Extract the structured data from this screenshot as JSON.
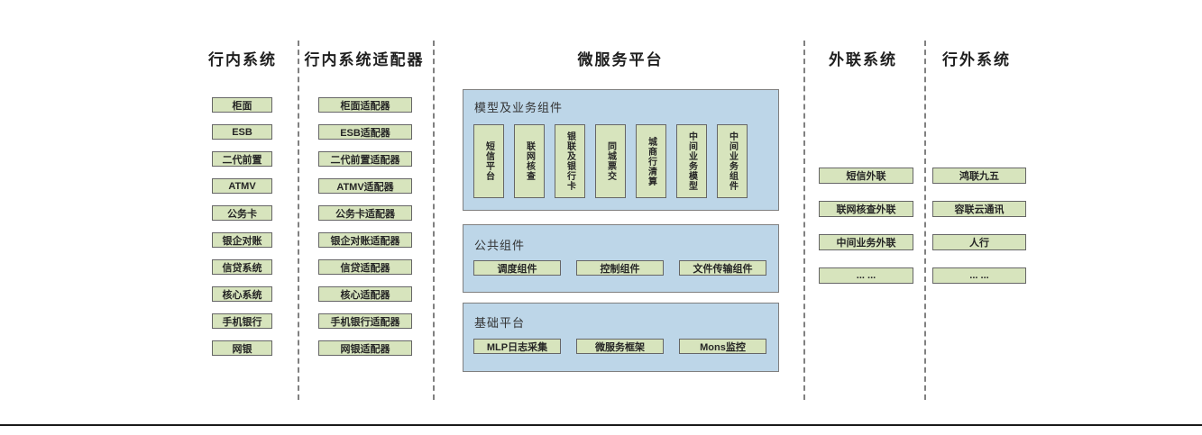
{
  "colors": {
    "node_fill": "#d7e4bd",
    "node_border": "#666666",
    "panel_fill": "#bdd6e8",
    "panel_border": "#7f7f7f",
    "divider": "#808080",
    "rule": "#1a1a1a"
  },
  "columns": {
    "internal": {
      "title": "行内系统",
      "items": [
        "柜面",
        "ESB",
        "二代前置",
        "ATMV",
        "公务卡",
        "银企对账",
        "信贷系统",
        "核心系统",
        "手机银行",
        "网银"
      ]
    },
    "adapters": {
      "title": "行内系统适配器",
      "items": [
        "柜面适配器",
        "ESB适配器",
        "二代前置适配器",
        "ATMV适配器",
        "公务卡适配器",
        "银企对账适配器",
        "信贷适配器",
        "核心适配器",
        "手机银行适配器",
        "网银适配器"
      ]
    },
    "platform": {
      "title": "微服务平台",
      "sections": [
        {
          "title": "模型及业务组件",
          "items": [
            "短信平台",
            "联网核查",
            "银联及银行卡",
            "同城票交",
            "城商行清算",
            "中间业务模型",
            "中间业务组件"
          ]
        },
        {
          "title": "公共组件",
          "items": [
            "调度组件",
            "控制组件",
            "文件传输组件"
          ]
        },
        {
          "title": "基础平台",
          "items": [
            "MLP日志采集",
            "微服务框架",
            "Mons监控"
          ]
        }
      ]
    },
    "outlink": {
      "title": "外联系统",
      "items": [
        "短信外联",
        "联网核查外联",
        "中间业务外联",
        "... ..."
      ]
    },
    "external": {
      "title": "行外系统",
      "items": [
        "鸿联九五",
        "容联云通讯",
        "人行",
        "... ..."
      ]
    }
  }
}
